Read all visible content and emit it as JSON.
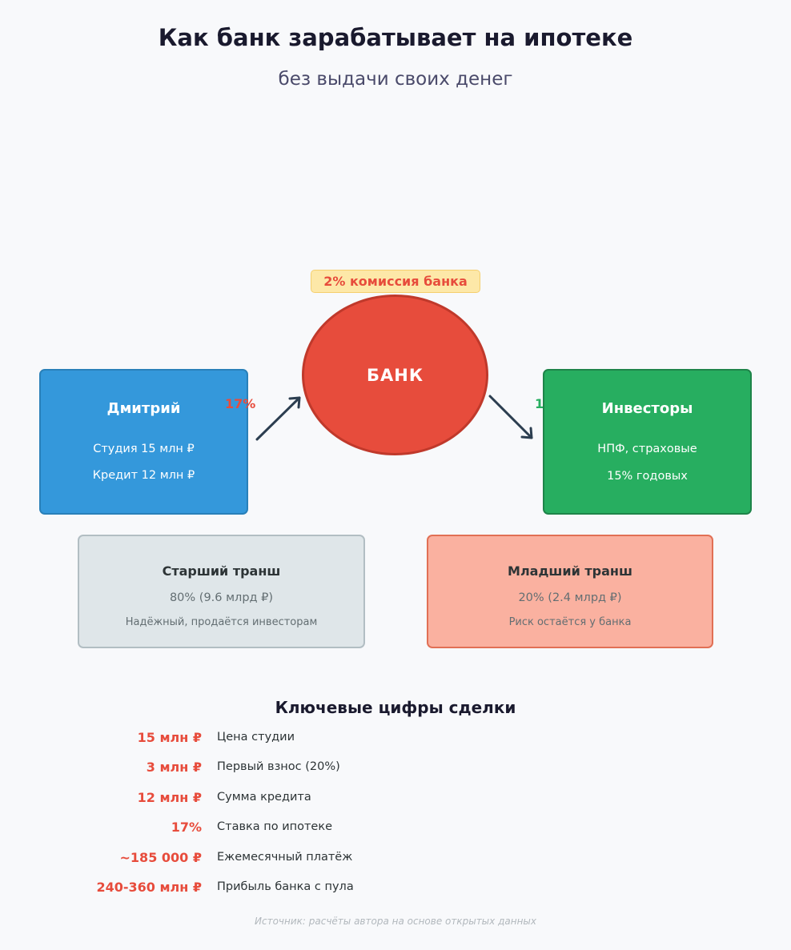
{
  "header": {
    "title": "Как банк зарабатывает на ипотеке",
    "subtitle": "без выдачи своих денег"
  },
  "flow": {
    "borrower": {
      "name": "Дмитрий",
      "line1": "Студия 15 млн ₽",
      "line2": "Кредит 12 млн ₽",
      "rate": "17%"
    },
    "bank": {
      "label": "БАНК",
      "commission": "2% комиссия банка"
    },
    "investors": {
      "name": "Инвесторы",
      "line1": "НПФ, страховые",
      "line2": "15% годовых",
      "rate": "1"
    }
  },
  "tranches": {
    "senior": {
      "title": "Старший транш",
      "amount": "80% (9.6 млрд ₽)",
      "note": "Надёжный, продаётся инвесторам"
    },
    "junior": {
      "title": "Младший транш",
      "amount": "20% (2.4 млрд ₽)",
      "note": "Риск остаётся у банка"
    }
  },
  "key_figures": {
    "title": "Ключевые цифры сделки",
    "items": [
      {
        "value": "15 млн ₽",
        "label": "Цена студии"
      },
      {
        "value": "3 млн ₽",
        "label": "Первый взнос (20%)"
      },
      {
        "value": "12 млн ₽",
        "label": "Сумма кредита"
      },
      {
        "value": "17%",
        "label": "Ставка по ипотеке"
      },
      {
        "value": "~185 000 ₽",
        "label": "Ежемесячный платёж"
      },
      {
        "value": "240-360 млн ₽",
        "label": "Прибыль банка с пула"
      }
    ]
  },
  "footer": {
    "source": "Источник: расчёты автора на основе открытых данных"
  },
  "colors": {
    "borrower": "#3498db",
    "bank": "#e74c3c",
    "investors": "#27ae60",
    "senior": "#dfe6e9",
    "junior": "#fab1a0",
    "accent": "#e74c3c"
  }
}
